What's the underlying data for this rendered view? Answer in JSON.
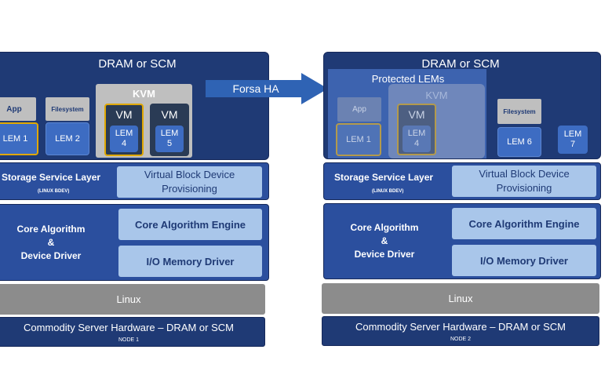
{
  "node1": {
    "dram_title": "DRAM or SCM",
    "app": "App",
    "filesystem": "Filesystem",
    "lem1": "LEM 1",
    "lem2": "LEM 2",
    "kvm": "KVM",
    "vm_a": "VM",
    "lem4": "LEM\n4",
    "vm_b": "VM",
    "lem5": "LEM\n5",
    "storage_layer": "Storage Service Layer",
    "linux_bdev": "(LINUX BDEV)",
    "vbd": "Virtual Block Device\nProvisioning",
    "core_algo": "Core Algorithm\n&\nDevice Driver",
    "core_engine": "Core Algorithm Engine",
    "io_driver": "I/O Memory Driver",
    "linux": "Linux",
    "hardware": "Commodity Server Hardware – DRAM or SCM",
    "node_label": "NODE 1"
  },
  "arrow": {
    "label": "Forsa HA"
  },
  "node2": {
    "dram_title": "DRAM or SCM",
    "protected": "Protected LEMs",
    "app": "App",
    "kvm": "KVM",
    "vm": "VM",
    "lem1": "LEM 1",
    "lem4": "LEM\n4",
    "filesystem": "Filesystem",
    "lem6": "LEM 6",
    "lem7": "LEM\n7",
    "storage_layer": "Storage Service Layer",
    "linux_bdev": "(LINUX BDEV)",
    "vbd": "Virtual Block Device\nProvisioning",
    "core_algo": "Core Algorithm\n&\nDevice Driver",
    "core_engine": "Core Algorithm Engine",
    "io_driver": "I/O Memory Driver",
    "linux": "Linux",
    "hardware": "Commodity Server Hardware – DRAM or SCM",
    "node_label": "NODE 2"
  },
  "colors": {
    "dark_navy": "#1f3a75",
    "panel_blue": "#2b4f9e",
    "light_blue": "#a9c6ea",
    "lem_blue": "#3d6cc2",
    "grey": "#bfbfbf",
    "vm_dark": "#2a3b55",
    "highlight_gold": "#e0a800"
  }
}
